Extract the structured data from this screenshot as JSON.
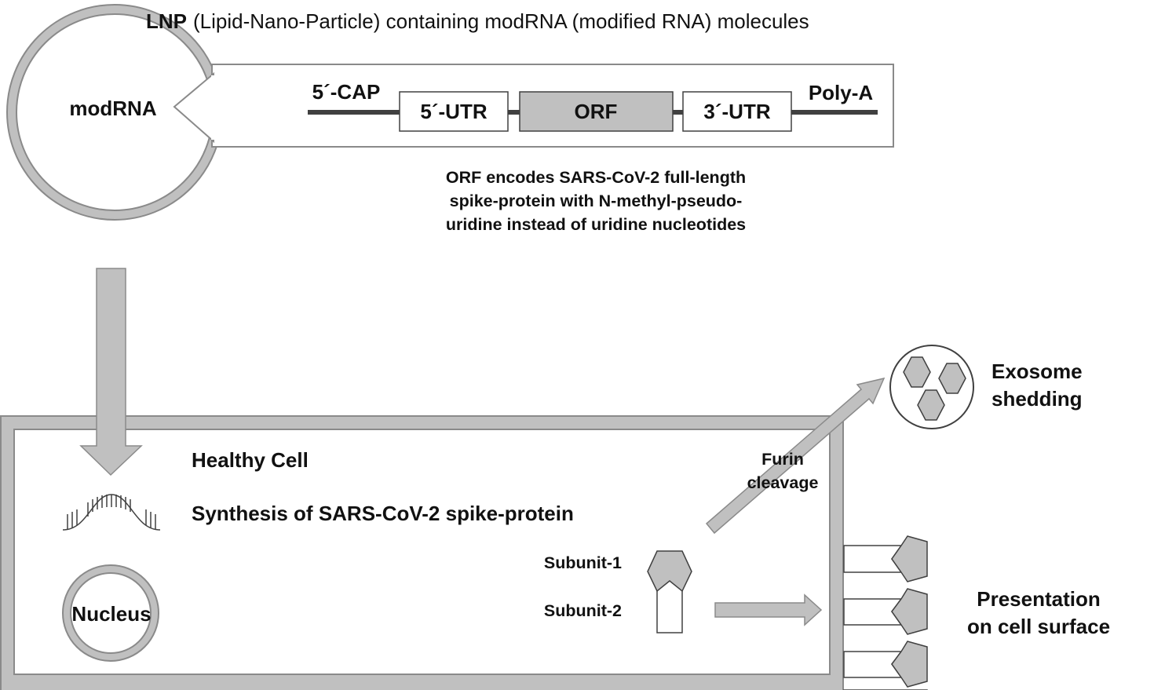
{
  "header": {
    "lnp_abbr": "LNP",
    "lnp_desc": "(Lipid-Nano-Particle) containing modRNA (modified RNA) molecules"
  },
  "lnp": {
    "circle_label": "modRNA"
  },
  "construct": {
    "cap": "5´-CAP",
    "utr5": "5´-UTR",
    "orf": "ORF",
    "utr3": "3´-UTR",
    "polya": "Poly-A"
  },
  "orf_note": [
    "ORF encodes SARS-CoV-2 full-length",
    "spike-protein with N-methyl-pseudo-",
    "uridine instead of uridine nucleotides"
  ],
  "cell": {
    "title": "Healthy Cell",
    "synthesis": "Synthesis of SARS-CoV-2 spike-protein",
    "nucleus": "Nucleus",
    "subunit1": "Subunit-1",
    "subunit2": "Subunit-2",
    "furin_line1": "Furin",
    "furin_line2": "cleavage"
  },
  "exosome": {
    "line1": "Exosome",
    "line2": "shedding"
  },
  "presentation": {
    "line1": "Presentation",
    "line2": "on cell surface"
  },
  "colors": {
    "gray_fill": "#c0c0c0",
    "gray_stroke": "#8a8a8a",
    "dark_line": "#404040",
    "text": "#111111"
  }
}
